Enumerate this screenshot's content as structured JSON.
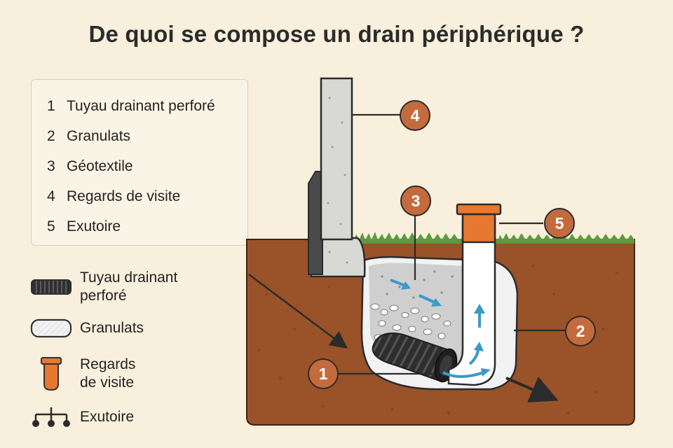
{
  "title": "De quoi se compose un drain périphérique ?",
  "components": [
    {
      "num": "1",
      "label": "Tuyau drainant perforé"
    },
    {
      "num": "2",
      "label": "Granulats"
    },
    {
      "num": "3",
      "label": "Géotextile"
    },
    {
      "num": "4",
      "label": "Regards de visite"
    },
    {
      "num": "5",
      "label": "Exutoire"
    }
  ],
  "legend": [
    {
      "icon": "drain-pipe-icon",
      "line1": "Tuyau drainant",
      "line2": "perforé"
    },
    {
      "icon": "gravel-icon",
      "line1": "Granulats",
      "line2": ""
    },
    {
      "icon": "inspection-chamber-icon",
      "line1": "Regards",
      "line2": "de visite"
    },
    {
      "icon": "outlet-icon",
      "line1": "Exutoire",
      "line2": ""
    }
  ],
  "callouts": [
    "1",
    "2",
    "3",
    "4",
    "5"
  ],
  "colors": {
    "background": "#f8f0dc",
    "soil": "#9a5229",
    "grass": "#5d9a3e",
    "concrete": "#d8d8d4",
    "callout": "#c46b3e",
    "chamber": "#e6782f",
    "flow_arrow": "#3b9ac8",
    "pipe": "#333333"
  }
}
